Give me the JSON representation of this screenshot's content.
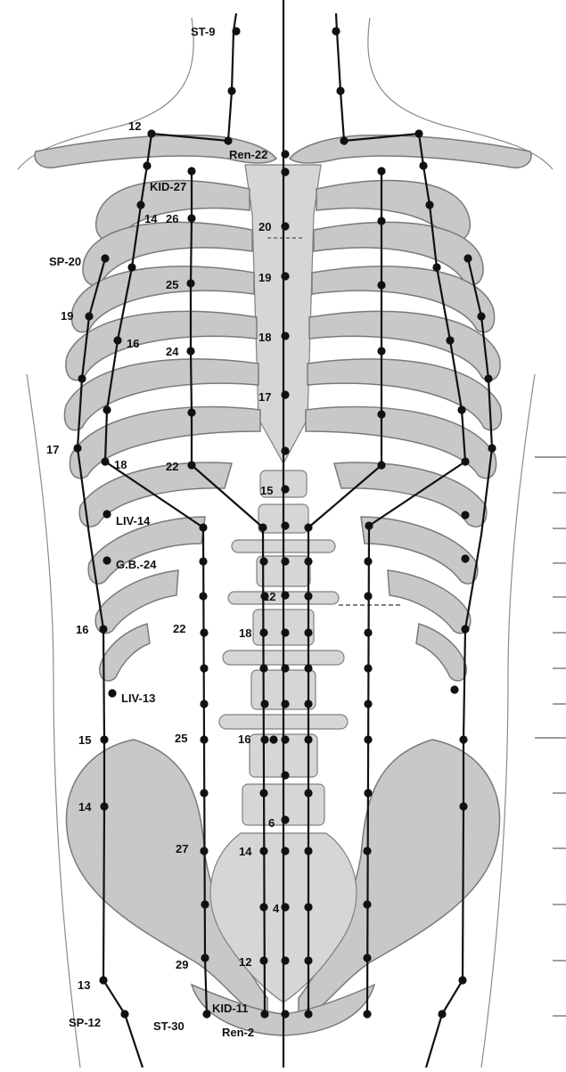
{
  "diagram": {
    "labels": {
      "st9": "ST-9",
      "st12": "12",
      "ren22": "Ren-22",
      "kid27": "KID-27",
      "num14": "14",
      "num26": "26",
      "ren20": "20",
      "sp20": "SP-20",
      "ren19": "19",
      "num25a": "25",
      "sp19": "19",
      "num16a": "16",
      "ren18": "18",
      "num24": "24",
      "ren17": "17",
      "sp17": "17",
      "num18a": "18",
      "num22a": "22",
      "ren15": "15",
      "liv14": "LIV-14",
      "gb24": "G.B.-24",
      "ren12": "12",
      "sp16": "16",
      "num22b": "22",
      "num18b": "18",
      "liv13": "LIV-13",
      "sp15": "15",
      "num25b": "25",
      "num16b": "16",
      "sp14": "14",
      "ren6": "6",
      "num27": "27",
      "num14b": "14",
      "ren4": "4",
      "num29": "29",
      "num12b": "12",
      "sp13": "13",
      "kid11": "KID-11",
      "sp12": "SP-12",
      "st30": "ST-30",
      "ren2": "Ren-2"
    }
  }
}
